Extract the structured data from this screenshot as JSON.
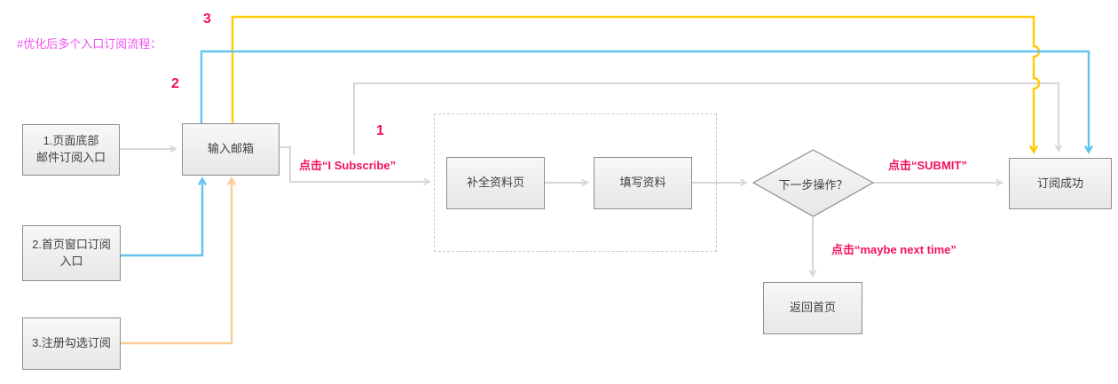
{
  "title": "#优化后多个入口订阅流程：",
  "colors": {
    "connector_gray": "#d6d6d6",
    "route2_blue": "#66c3ee",
    "route3_yellow": "#ffcb05",
    "route3_orange": "#facd96",
    "label_pink": "#f2105f",
    "title_magenta": "#f052f0"
  },
  "nodes": {
    "entry1": {
      "label": "1.页面底部\n邮件订阅入口"
    },
    "entry2": {
      "label": "2.首页窗口订阅\n入口"
    },
    "entry3": {
      "label": "3.注册勾选订阅"
    },
    "input_email": {
      "label": "输入邮箱"
    },
    "complete_profile": {
      "label": "补全资料页"
    },
    "fill_info": {
      "label": "填写资料"
    },
    "decision": {
      "label": "下一步操作？"
    },
    "success": {
      "label": "订阅成功"
    },
    "back_home": {
      "label": "返回首页"
    }
  },
  "edge_labels": {
    "click_subscribe": "点击“I Subscribe”",
    "click_submit": "点击“SUBMIT”",
    "click_maybe": "点击“maybe next time”"
  },
  "route_markers": {
    "m1": "1",
    "m2": "2",
    "m3": "3"
  }
}
